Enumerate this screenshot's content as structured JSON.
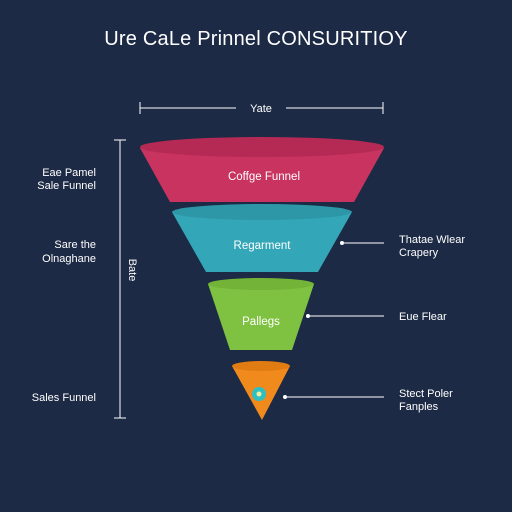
{
  "title": "Ure CaLe Prinnel CONSURITIOY",
  "top_axis_label": "Yate",
  "vertical_axis_label": "Bate",
  "colors": {
    "background": "#1c2a45",
    "stage1": "#c8335f",
    "stage2": "#33a7b8",
    "stage3": "#7fc241",
    "stage4": "#f08a1c",
    "center_icon": "#2ec0c0",
    "line": "#ffffff"
  },
  "stages": [
    {
      "label": "Coffge Funnel"
    },
    {
      "label": "Regarment"
    },
    {
      "label": "Pallegs"
    },
    {
      "label": ""
    }
  ],
  "left_labels": [
    {
      "line1": "Eae Pamel",
      "line2": "Sale Funnel"
    },
    {
      "line1": "Sare the",
      "line2": "Olnaghane"
    },
    {
      "line1": "Sales Funnel",
      "line2": ""
    }
  ],
  "right_labels": [
    {
      "line1": "Thatae Wlear",
      "line2": "Crapery"
    },
    {
      "line1": "Eue Flear",
      "line2": ""
    },
    {
      "line1": "Stect Poler",
      "line2": "Fanples"
    }
  ],
  "center_icon": "circle-dot-icon"
}
